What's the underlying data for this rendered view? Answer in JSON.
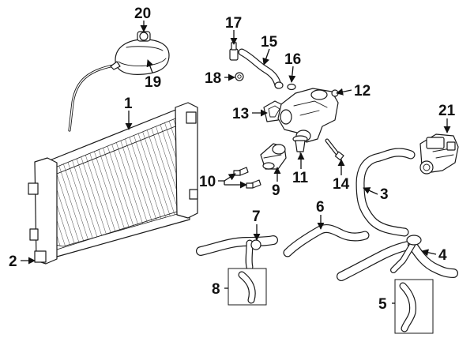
{
  "diagram": {
    "callouts": [
      "1",
      "2",
      "3",
      "4",
      "5",
      "6",
      "7",
      "8",
      "9",
      "10",
      "11",
      "12",
      "13",
      "14",
      "15",
      "16",
      "17",
      "18",
      "19",
      "20",
      "21"
    ],
    "colors": {
      "line": "#1a1a1a",
      "fill": "#ffffff",
      "text": "#111111"
    }
  }
}
